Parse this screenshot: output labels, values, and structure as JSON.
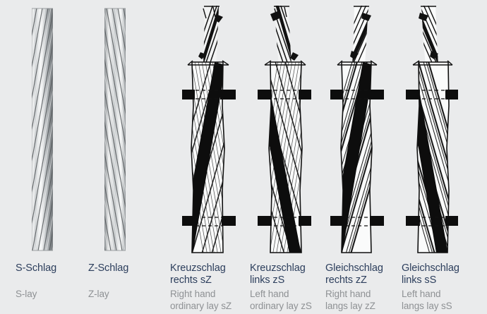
{
  "figure": {
    "kind": "wire-rope-lay-types-diagram",
    "background_color": "#eaebec",
    "german_text_color": "#2c3e5c",
    "english_text_color": "#8e9194"
  },
  "columns": [
    {
      "id": "s-lay",
      "rope_style": "smooth-strand-bundle",
      "strand_direction": "S",
      "strand_slope_description": "lower-left to upper-right",
      "label_de": "S-Schlag",
      "label_en": "S-lay"
    },
    {
      "id": "z-lay",
      "rope_style": "smooth-strand-bundle",
      "strand_direction": "Z",
      "strand_slope_description": "upper-left to lower-right",
      "label_de": "Z-Schlag",
      "label_en": "Z-lay"
    },
    {
      "id": "ordinary-lay-sz",
      "rope_style": "detailed-cross-lay",
      "strand_direction": "Z",
      "wire_direction": "S",
      "highlight_band_direction": "lower-left to upper-right",
      "label_de": "Kreuzschlag\nrechts sZ",
      "label_en": "Right hand\nordinary lay sZ"
    },
    {
      "id": "ordinary-lay-zs",
      "rope_style": "detailed-cross-lay",
      "strand_direction": "S",
      "wire_direction": "Z",
      "highlight_band_direction": "upper-left to lower-right",
      "label_de": "Kreuzschlag\nlinks zS",
      "label_en": "Left hand\nordinary lay zS"
    },
    {
      "id": "langs-lay-zz",
      "rope_style": "detailed-langs-lay",
      "strand_direction": "Z",
      "wire_direction": "Z",
      "highlight_band_direction": "lower-left to upper-right",
      "label_de": "Gleichschlag\nrechts zZ",
      "label_en": "Right hand\nlangs lay zZ"
    },
    {
      "id": "langs-lay-ss",
      "rope_style": "detailed-langs-lay",
      "strand_direction": "S",
      "wire_direction": "S",
      "highlight_band_direction": "upper-left to lower-right",
      "label_de": "Gleichschlag\nlinks sS",
      "label_en": "Left hand\nlangs lay sS"
    }
  ]
}
